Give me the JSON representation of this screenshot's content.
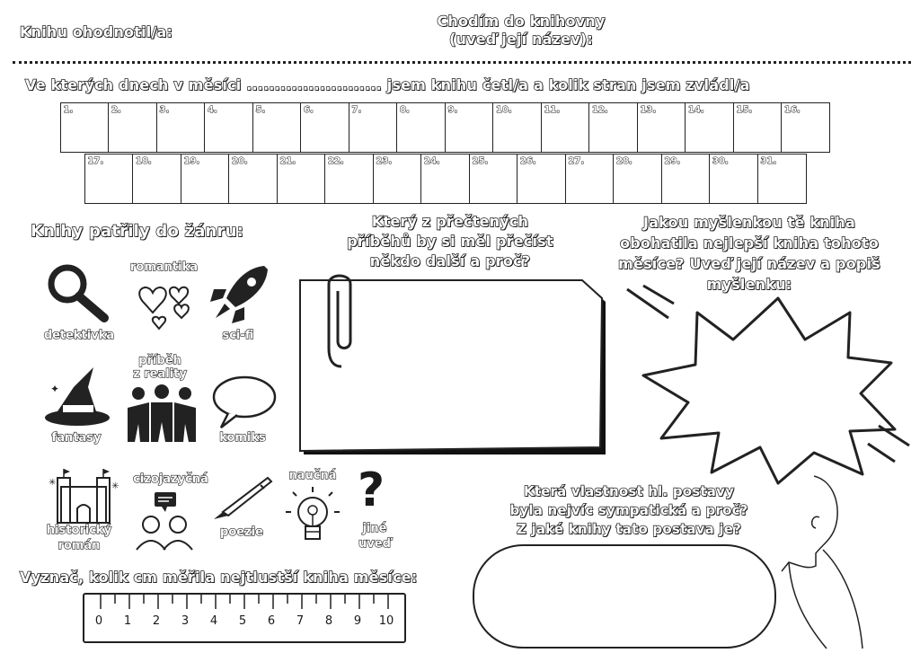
{
  "header": {
    "rated_by": "Knihu ohodnotil/a:",
    "library_line1": "Chodím do knihovny",
    "library_line2": "(uveď její název):"
  },
  "days_section": {
    "title": "Ve kterých dnech v měsíci ........................ jsem knihu četl/a a kolik stran jsem zvládl/a",
    "row1": [
      "1.",
      "2.",
      "3.",
      "4.",
      "5.",
      "6.",
      "7.",
      "8.",
      "9.",
      "10.",
      "11.",
      "12.",
      "13.",
      "14.",
      "15.",
      "16."
    ],
    "row2": [
      "17.",
      "18.",
      "19.",
      "20.",
      "21.",
      "22.",
      "23.",
      "24.",
      "25.",
      "26.",
      "27.",
      "28.",
      "29.",
      "30.",
      "31."
    ]
  },
  "genres": {
    "title": "Knihy patřily do žánru:",
    "items": {
      "detective": "detektivka",
      "romance": "romantika",
      "scifi": "sci-fi",
      "fantasy": "fantasy",
      "true_story_line1": "příběh",
      "true_story_line2": "z reality",
      "comics": "komiks",
      "historical_line1": "historický",
      "historical_line2": "román",
      "foreign": "cizojazyčná",
      "poetry": "poezie",
      "educational": "naučná",
      "other_line1": "jiné",
      "other_line2": "uveď"
    }
  },
  "recommend": {
    "line1": "Který z přečtených",
    "line2": "příběhů by si měl přečíst",
    "line3": "někdo další a proč?"
  },
  "thought": {
    "line1": "Jakou myšlenkou tě kniha",
    "line2": "obohatila nejlepší kniha tohoto",
    "line3": "měsíce? Uveď její název a popiš",
    "line4": "myšlenku:"
  },
  "character": {
    "line1": "Která vlastnost hl. postavy",
    "line2": "byla nejvíc sympatická a proč?",
    "line3": "Z jaké knihy tato postava je?"
  },
  "ruler": {
    "title": "Vyznač, kolik cm měřila nejtlustší kniha měsíce:",
    "ticks": [
      "0",
      "1",
      "2",
      "3",
      "4",
      "5",
      "6",
      "7",
      "8",
      "9",
      "10"
    ]
  }
}
